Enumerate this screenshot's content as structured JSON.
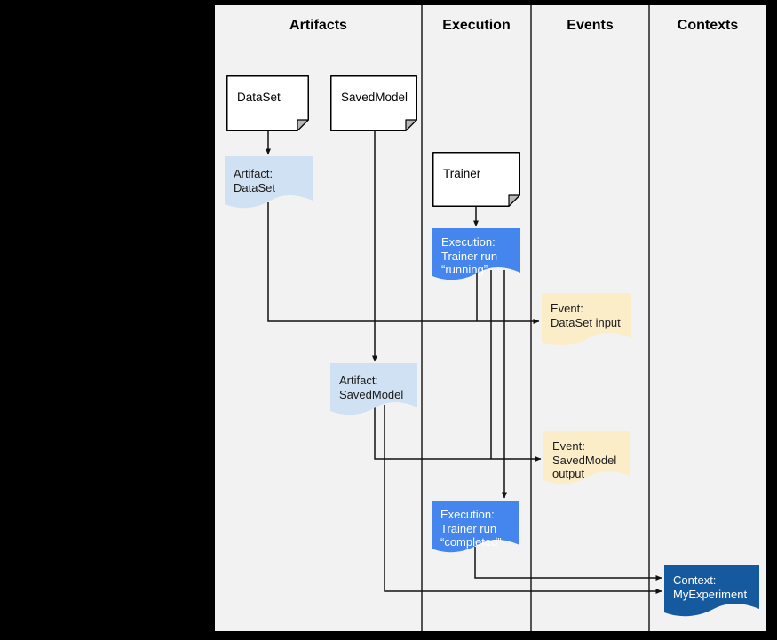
{
  "columns": [
    {
      "label": "Artifacts"
    },
    {
      "label": "Execution"
    },
    {
      "label": "Events"
    },
    {
      "label": "Contexts"
    }
  ],
  "nodes": {
    "dataset_doc": {
      "label": "DataSet"
    },
    "savedmodel_doc": {
      "label": "SavedModel"
    },
    "trainer_doc": {
      "label": "Trainer"
    },
    "artifact_dataset": {
      "lines": [
        "Artifact:",
        "DataSet"
      ]
    },
    "execution_running": {
      "lines": [
        "Execution:",
        "Trainer run",
        "“running”"
      ]
    },
    "event_dataset_input": {
      "lines": [
        "Event:",
        "DataSet input"
      ]
    },
    "artifact_savedmodel": {
      "lines": [
        "Artifact:",
        "SavedModel"
      ]
    },
    "event_savedmodel_output": {
      "lines": [
        "Event:",
        "SavedModel",
        "output"
      ]
    },
    "execution_completed": {
      "lines": [
        "Execution:",
        "Trainer run",
        "“completed”"
      ]
    },
    "context_myexperiment": {
      "lines": [
        "Context:",
        "MyExperiment"
      ]
    }
  },
  "colors": {
    "outside_background": "#000000",
    "canvas_background": "#f2f2f2",
    "document_fill": "#ffffff",
    "artifact_fill": "#cfe1f3",
    "execution_fill": "#4486ee",
    "event_fill": "#fcedc9",
    "context_fill": "#15599f",
    "line_color": "#111111"
  }
}
